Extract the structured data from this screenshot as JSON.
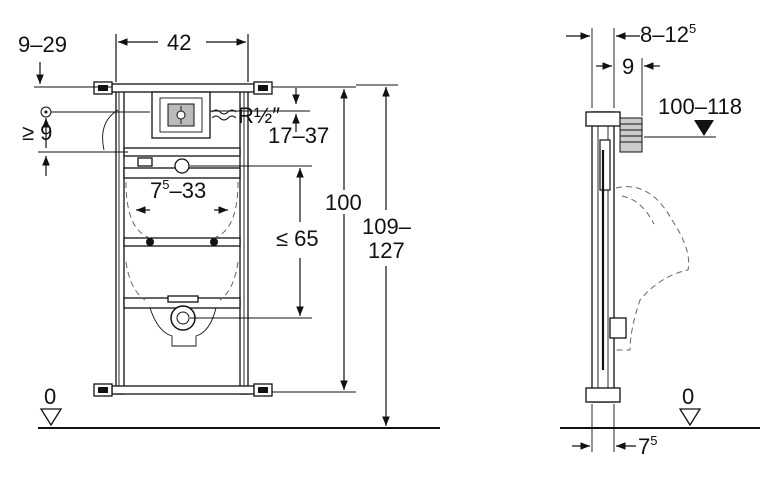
{
  "front_view": {
    "dim_top_width": "42",
    "dim_top_offset": "9–29",
    "dim_ge9": "≥ 9",
    "thread": "R½″",
    "thread_dim": "17–37",
    "inner_width": "7",
    "inner_width_sup": "5",
    "inner_width_rest": "–33",
    "le65": "≤ 65",
    "height_100": "100",
    "height_total_a": "109–",
    "height_total_b": "127",
    "floor_zero": "0"
  },
  "side_view": {
    "depth_a": "8–12",
    "depth_a_sup": "5",
    "depth_b": "9",
    "range": "100–118",
    "bottom_dim": "7",
    "bottom_dim_sup": "5",
    "floor_zero": "0"
  },
  "icons": {
    "arrow": "filled-triangle-arrow",
    "floor_marker": "open-triangle-level-marker"
  }
}
